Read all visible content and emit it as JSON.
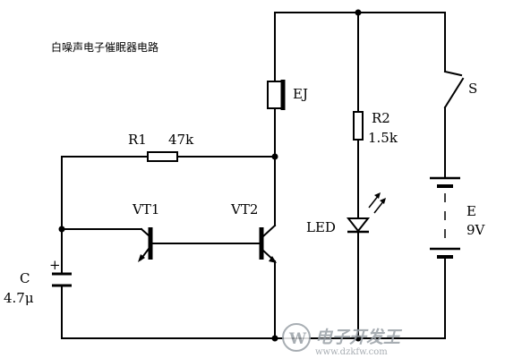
{
  "title": "白噪声电子催眠器电路",
  "components": {
    "earphone": "EJ",
    "r1_name": "R1",
    "r1_value": "47k",
    "vt1": "VT1",
    "vt2": "VT2",
    "r2_name": "R2",
    "r2_value": "1.5k",
    "led": "LED",
    "switch": "S",
    "battery_name": "E",
    "battery_value": "9V",
    "cap_name": "C",
    "cap_value": "4.7μ",
    "cap_plus": "+"
  },
  "watermark": {
    "brand": "电子开发王",
    "url": "www.dzkfw.com"
  }
}
